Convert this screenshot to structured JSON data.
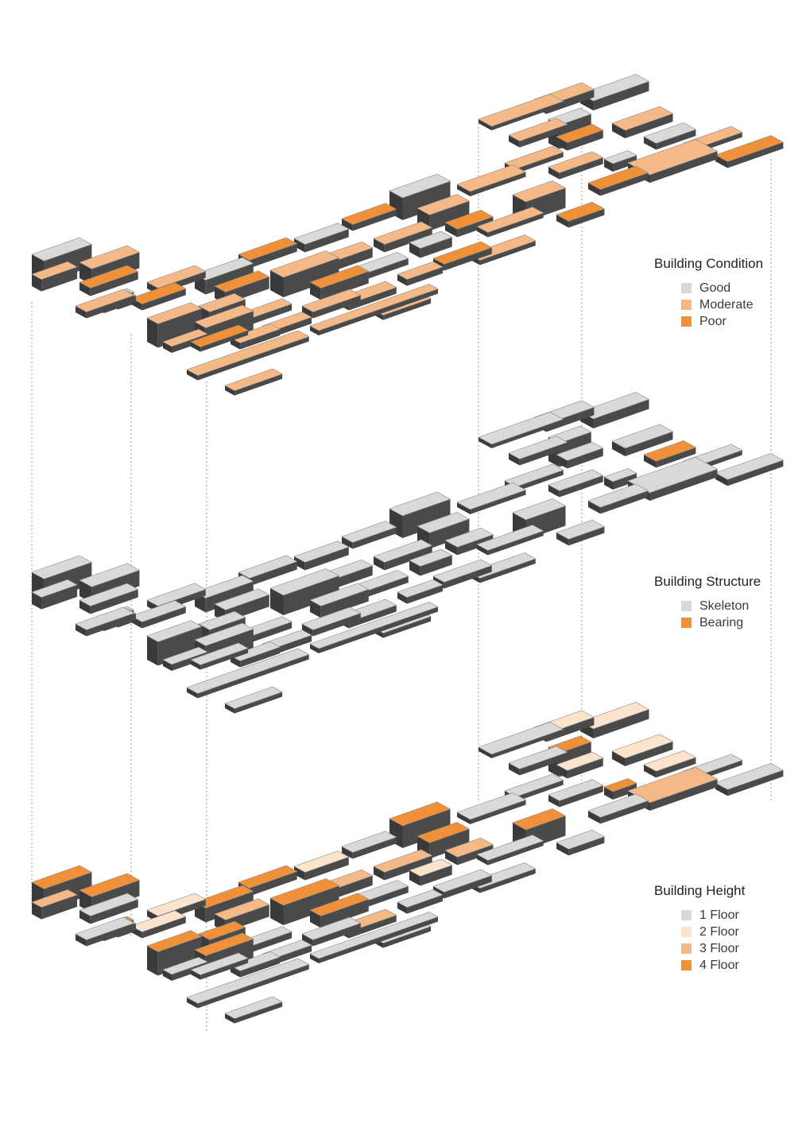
{
  "layers": [
    {
      "key": "condition",
      "legend_title": "Building Condition",
      "items": [
        {
          "label": "Good",
          "color": "#d9d9d9"
        },
        {
          "label": "Moderate",
          "color": "#f5b987"
        },
        {
          "label": "Poor",
          "color": "#f0913a"
        }
      ]
    },
    {
      "key": "structure",
      "legend_title": "Building Structure",
      "items": [
        {
          "label": "Skeleton",
          "color": "#d9d9d9"
        },
        {
          "label": "Bearing",
          "color": "#f0913a"
        }
      ]
    },
    {
      "key": "height",
      "legend_title": "Building Height",
      "items": [
        {
          "label": "1 Floor",
          "color": "#d9d9d9"
        },
        {
          "label": "2 Floor",
          "color": "#fbe3cc"
        },
        {
          "label": "3 Floor",
          "color": "#f5b987"
        },
        {
          "label": "4 Floor",
          "color": "#f0913a"
        }
      ]
    }
  ],
  "colors": {
    "side_face": "#4a4a4a",
    "side_face_dark": "#3a3a3a",
    "roof_line": "#8a8a8a",
    "connector_line": "#9a9a9a"
  }
}
